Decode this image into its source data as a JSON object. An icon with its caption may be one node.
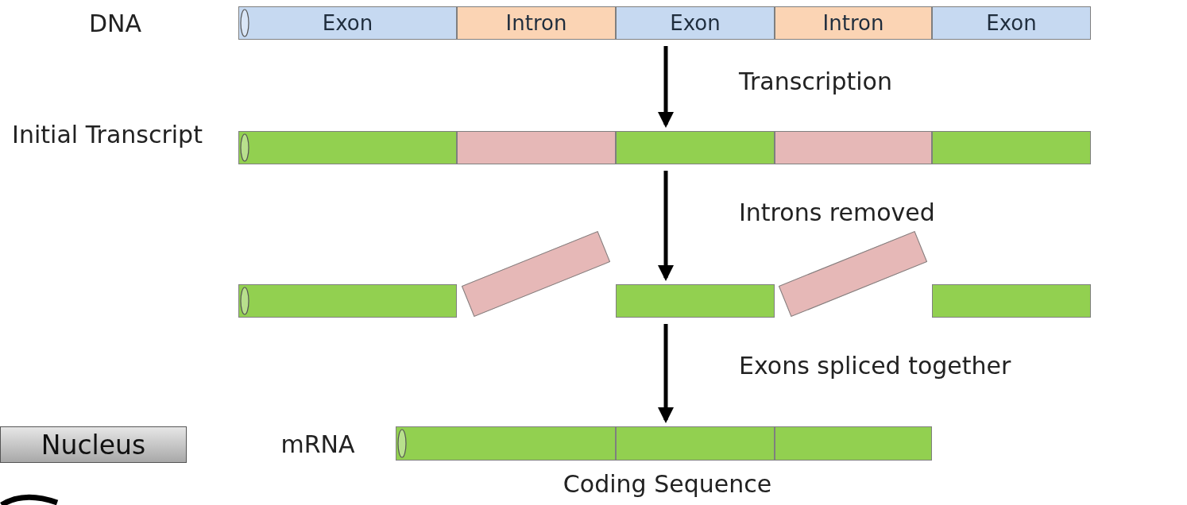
{
  "diagram": {
    "nodes": [
      {
        "text": [
          "Exon"
        ]
      },
      {
        "text": [
          "Intron"
        ]
      },
      {
        "text": [
          "Exon"
        ]
      },
      {
        "text": [
          "Intron"
        ]
      },
      {
        "text": [
          "Exon"
        ]
      },
      {
        "text": [],
        "shape": "bar"
      },
      {
        "text": [],
        "shape": "bar"
      },
      {
        "text": [],
        "shape": "bar"
      },
      {
        "text": [],
        "shape": "bar"
      },
      {
        "text": [],
        "shape": "bar"
      },
      {
        "text": [],
        "shape": "bar"
      },
      {
        "text": [],
        "shape": "bar"
      },
      {
        "text": [],
        "shape": "bar"
      },
      {
        "text": [],
        "shape": "bar"
      },
      {
        "text": [],
        "shape": "bar"
      },
      {
        "text": [
          "Nucleus"
        ]
      },
      {
        "text": [],
        "shape": "bar"
      },
      {
        "text": [],
        "shape": "bar"
      },
      {
        "text": [],
        "shape": "bar"
      }
    ],
    "edges": [
      {
        "from": 2,
        "to": 7,
        "arrow": "to",
        "label": "Transcription"
      },
      {
        "from": 7,
        "to": 12,
        "arrow": "to",
        "label": "Introns removed"
      },
      {
        "from": 12,
        "to": 17,
        "arrow": "to",
        "label": "Exons spliced together"
      }
    ],
    "labels": [
      "DNA",
      "Initial Transcript",
      "mRNA",
      "Coding Sequence"
    ]
  }
}
